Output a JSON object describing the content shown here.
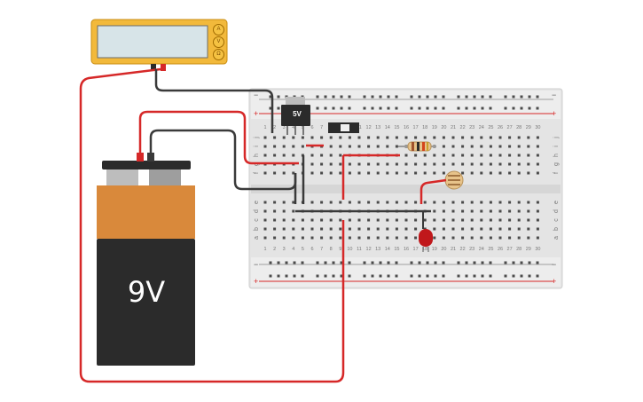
{
  "battery": {
    "label": "9V"
  },
  "regulator": {
    "label": "5V"
  },
  "multimeter": {
    "modes": [
      "A",
      "V",
      "Ω"
    ],
    "display": ""
  },
  "breadboard": {
    "columns": [
      "1",
      "2",
      "3",
      "4",
      "5",
      "6",
      "7",
      "8",
      "9",
      "10",
      "11",
      "12",
      "13",
      "14",
      "15",
      "16",
      "17",
      "18",
      "19",
      "20",
      "21",
      "22",
      "23",
      "24",
      "25",
      "26",
      "27",
      "28",
      "29",
      "30"
    ],
    "rows_top": [
      "j",
      "i",
      "h",
      "g",
      "f"
    ],
    "rows_bottom": [
      "e",
      "d",
      "c",
      "b",
      "a"
    ],
    "rail_plus": "+",
    "rail_minus": "−"
  },
  "colors": {
    "wire_red": "#d62828",
    "wire_black": "#3a3a3a",
    "board": "#e6e6e6",
    "battery_top": "#d9893b",
    "battery_body": "#2b2b2b",
    "multimeter": "#f2b93b"
  }
}
